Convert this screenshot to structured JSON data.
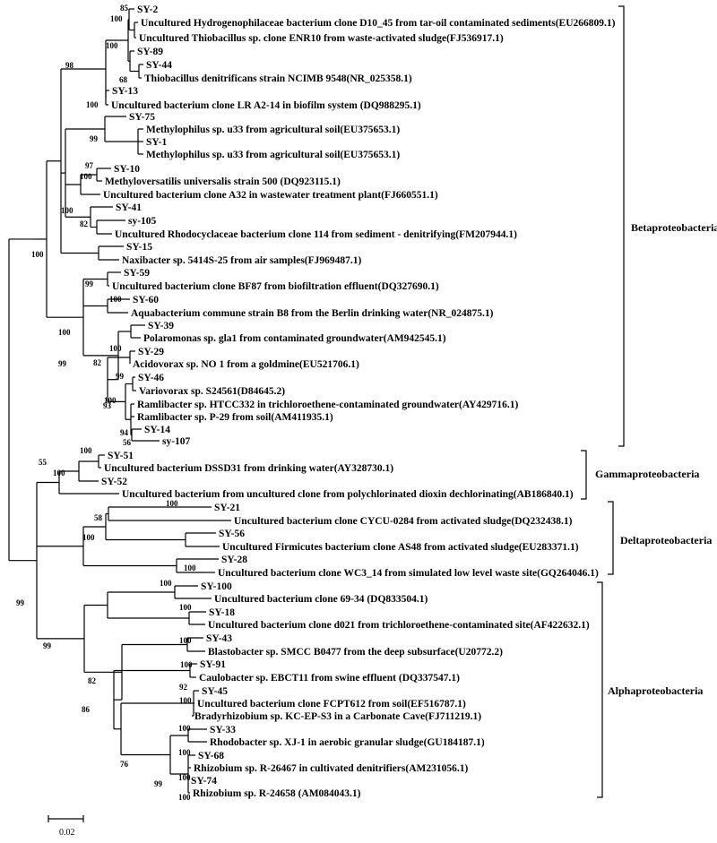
{
  "leaves": [
    "SY-2",
    "Uncultured Hydrogenophilaceae bacterium clone D10_45 from tar-oil contaminated sediments(EU266809.1)",
    "Uncultured Thiobacillus sp. clone ENR10 from waste-activated sludge(FJ536917.1)",
    "SY-89",
    "SY-44",
    "Thiobacillus denitrificans strain NCIMB 9548(NR_025358.1)",
    "SY-13",
    "Uncultured bacterium clone LR A2-14 in biofilm system (DQ988295.1)",
    "SY-75",
    "Methylophilus sp. u33 from agricultural soil(EU375653.1)",
    "SY-1",
    "Methylophilus sp. u33 from agricultural soil(EU375653.1)",
    "SY-10",
    "Methyloversatilis universalis strain 500 (DQ923115.1)",
    "Uncultured bacterium clone A32 in wastewater treatment plant(FJ660551.1)",
    "SY-41",
    "sy-105",
    "Uncultured Rhodocyclaceae bacterium clone 114 from sediment - denitrifying(FM207944.1)",
    "SY-15",
    "Naxibacter sp. 5414S-25 from air samples(FJ969487.1)",
    "SY-59",
    "Uncultured bacterium clone BF87 from biofiltration effluent(DQ327690.1)",
    "SY-60",
    "Aquabacterium commune strain B8 from the Berlin drinking water(NR_024875.1)",
    "SY-39",
    "Polaromonas sp. gla1 from contaminated groundwater(AM942545.1)",
    "SY-29",
    "Acidovorax sp. NO 1 from a goldmine(EU521706.1)",
    "SY-46",
    "Variovorax sp. S24561(D84645.2)",
    "Ramlibacter sp. HTCC332 in trichloroethene-contaminated groundwater(AY429716.1)",
    "Ramlibacter sp. P-29 from soil(AM411935.1)",
    "SY-14",
    "sy-107",
    "SY-51",
    "Uncultured bacterium DSSD31 from drinking water(AY328730.1)",
    "SY-52",
    "Uncultured bacterium from uncultured clone from polychlorinated dioxin dechlorinating(AB186840.1)",
    "SY-21",
    "Uncultured bacterium clone CYCU-0284 from activated sludge(DQ232438.1)",
    "SY-56",
    "Uncultured Firmicutes bacterium clone AS48 from activated sludge(EU283371.1)",
    "SY-28",
    "Uncultured bacterium clone WC3_14 from simulated low level waste site(GQ264046.1)",
    "SY-100",
    "Uncultured bacterium clone 69-34 (DQ833504.1)",
    "SY-18",
    "Uncultured bacterium clone d021 from trichloroethene-contaminated site(AF422632.1)",
    "SY-43",
    "Blastobacter sp. SMCC B0477 from the deep subsurface(U20772.2)",
    "SY-91",
    "Caulobacter sp. EBCT11 from swine effluent (DQ337547.1)",
    "SY-45",
    "Uncultured bacterium clone FCPT612 from soil(EF516787.1)",
    "Bradyrhizobium sp. KC-EP-S3 in a Carbonate Cave(FJ711219.1)",
    "SY-33",
    "Rhodobacter sp. XJ-1 in aerobic granular sludge(GU184187.1)",
    "SY-68",
    "Rhizobium sp. R-26467 in cultivated denitrifiers(AM231056.1)",
    "SY-74",
    "Rhizobium sp. R-24658 (AM084043.1)"
  ],
  "bootstrap": [
    "85",
    "100",
    "100",
    "98",
    "68",
    "100",
    "99",
    "97",
    "100",
    "100",
    "82",
    "100",
    "99",
    "100",
    "100",
    "100",
    "99",
    "82",
    "99",
    "93",
    "94",
    "56",
    "100",
    "55",
    "100",
    "100",
    "58",
    "100",
    "100",
    "100",
    "99",
    "100",
    "100",
    "100",
    "99",
    "100",
    "82",
    "92",
    "100",
    "86",
    "100",
    "76",
    "100",
    "100",
    "99",
    "100"
  ],
  "clades": [
    "Betaproteobacteria",
    "Gammaproteobacteria",
    "Deltaproteobacteria",
    "Alphaproteobacteria"
  ],
  "scale_label": "0.02"
}
